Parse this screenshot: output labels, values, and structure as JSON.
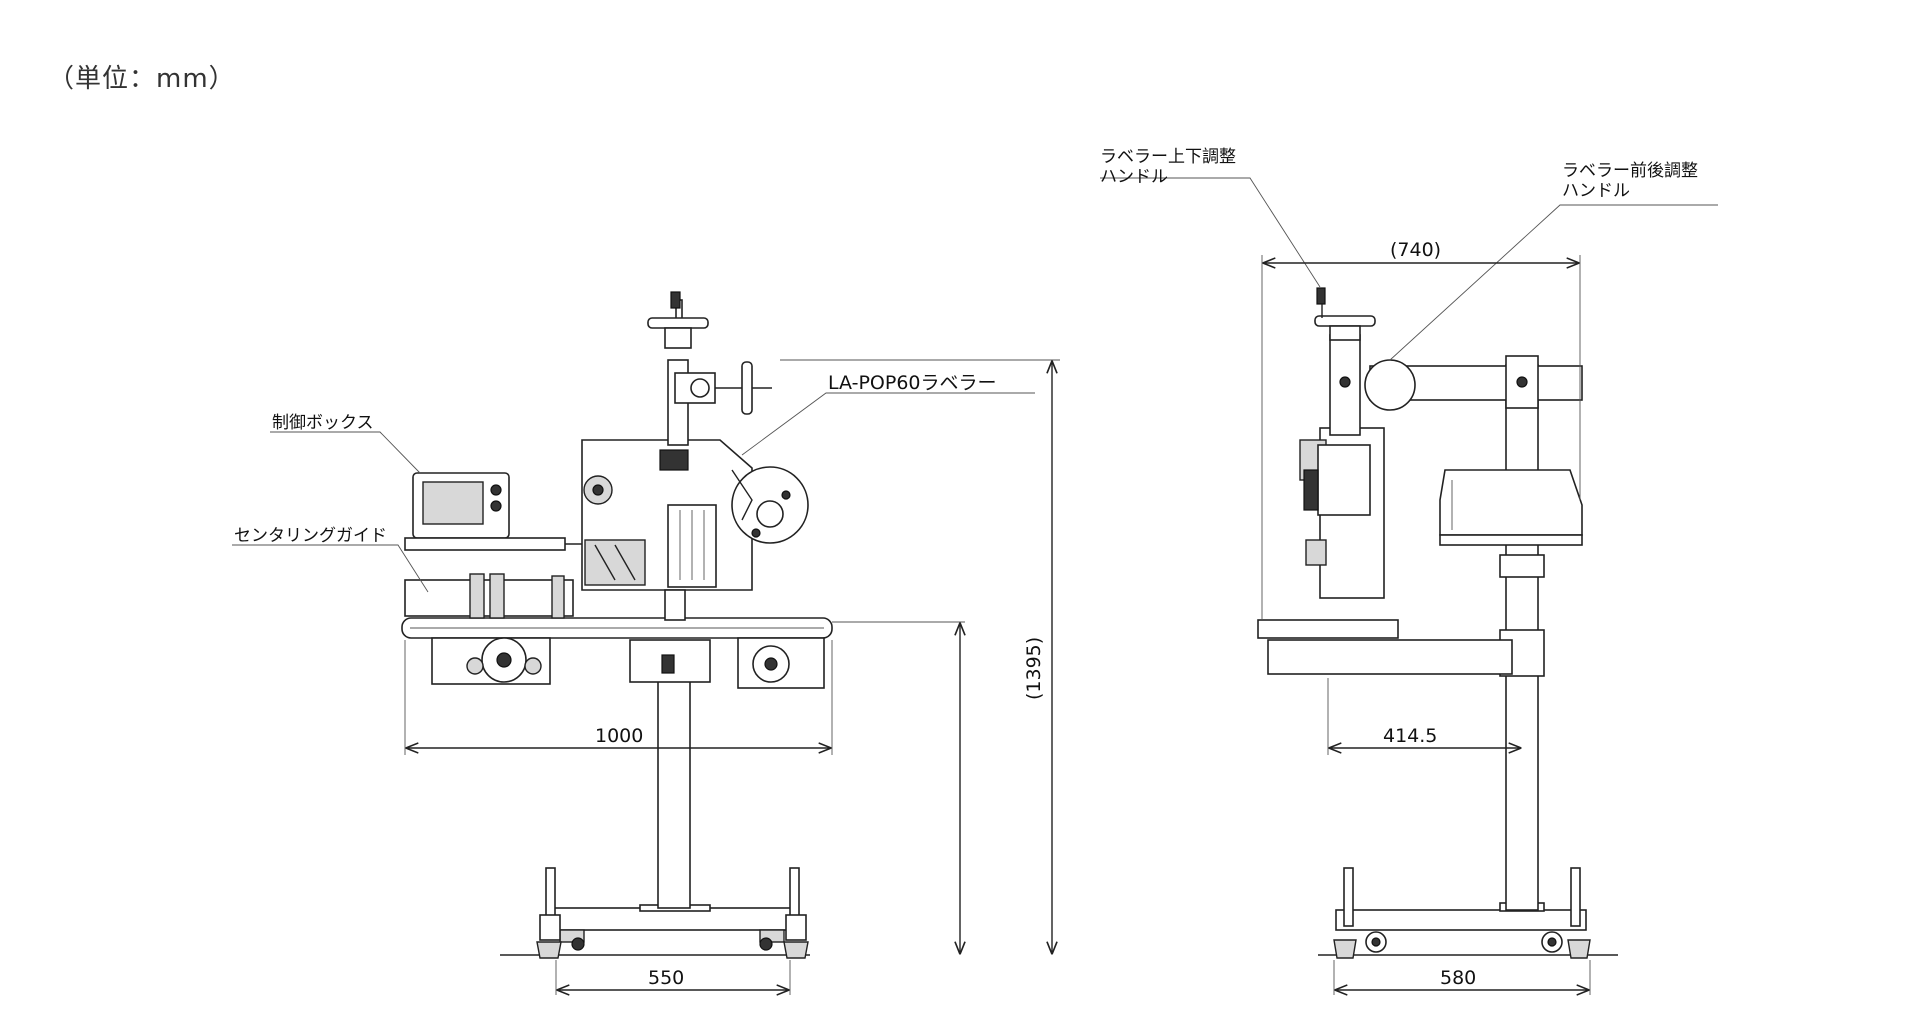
{
  "unit_label": "（単位：mm）",
  "front_view": {
    "labels": {
      "control_box": "制御ボックス",
      "centering_guide": "センタリングガイド",
      "labeler": "LA-POP60ラベラー"
    },
    "dimensions": {
      "conveyor_length": "1000",
      "base_width": "550",
      "total_height": "(1395)"
    }
  },
  "side_view": {
    "labels": {
      "vertical_handle_line1": "ラベラー上下調整",
      "vertical_handle_line2": "ハンドル",
      "fb_handle_line1": "ラベラー前後調整",
      "fb_handle_line2": "ハンドル"
    },
    "dimensions": {
      "overall_width": "(740)",
      "offset": "414.5",
      "base_width": "580"
    }
  }
}
